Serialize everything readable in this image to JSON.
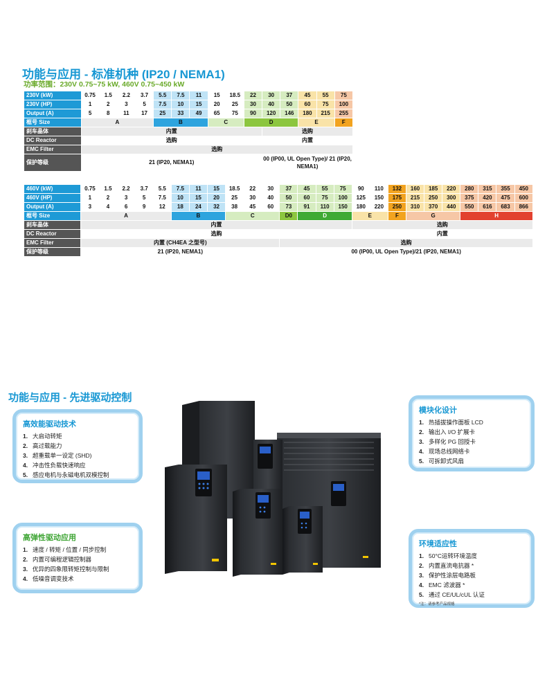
{
  "section1": {
    "title": "功能与应用 - 标准机种 (IP20 / NEMA1)",
    "subtitle": "功率范围：230V 0.75~75 kW, 460V 0.75~450 kW"
  },
  "table230": {
    "rows": [
      {
        "label": "230V (kW)",
        "cells": [
          "0.75",
          "1.5",
          "2.2",
          "3.7",
          "5.5",
          "7.5",
          "11",
          "15",
          "18.5",
          "22",
          "30",
          "37",
          "45",
          "55",
          "75"
        ]
      },
      {
        "label": "230V (HP)",
        "cells": [
          "1",
          "2",
          "3",
          "5",
          "7.5",
          "10",
          "15",
          "20",
          "25",
          "30",
          "40",
          "50",
          "60",
          "75",
          "100"
        ]
      },
      {
        "label": "Output (A)",
        "cells": [
          "5",
          "8",
          "11",
          "17",
          "25",
          "33",
          "49",
          "65",
          "75",
          "90",
          "120",
          "146",
          "180",
          "215",
          "255"
        ]
      }
    ],
    "frame_label": "框号 Size",
    "frames": [
      "A",
      "B",
      "C",
      "D",
      "E",
      "F"
    ],
    "brake_label": "刹车晶体",
    "brake_values": [
      "内置",
      "选购"
    ],
    "dc_label": "DC Reactor",
    "dc_values": [
      "选购",
      "内置"
    ],
    "emc_label": "EMC Filter",
    "emc_value": "选购",
    "ip_label": "保护等级",
    "ip_values": [
      "21 (IP20, NEMA1)",
      "00 (IP00, UL Open Type)/ 21 (IP20, NEMA1)"
    ]
  },
  "table460": {
    "rows": [
      {
        "label": "460V (kW)",
        "cells": [
          "0.75",
          "1.5",
          "2.2",
          "3.7",
          "5.5",
          "7.5",
          "11",
          "15",
          "18.5",
          "22",
          "30",
          "37",
          "45",
          "55",
          "75",
          "90",
          "110",
          "132",
          "160",
          "185",
          "220",
          "280",
          "315",
          "355",
          "450"
        ]
      },
      {
        "label": "460V (HP)",
        "cells": [
          "1",
          "2",
          "3",
          "5",
          "7.5",
          "10",
          "15",
          "20",
          "25",
          "30",
          "40",
          "50",
          "60",
          "75",
          "100",
          "125",
          "150",
          "175",
          "215",
          "250",
          "300",
          "375",
          "420",
          "475",
          "600"
        ]
      },
      {
        "label": "Output (A)",
        "cells": [
          "3",
          "4",
          "6",
          "9",
          "12",
          "18",
          "24",
          "32",
          "38",
          "45",
          "60",
          "73",
          "91",
          "110",
          "150",
          "180",
          "220",
          "250",
          "310",
          "370",
          "440",
          "550",
          "616",
          "683",
          "866"
        ]
      }
    ],
    "frame_label": "框号 Size",
    "frames": [
      "A",
      "B",
      "C",
      "D0",
      "D",
      "E",
      "F",
      "G",
      "H"
    ],
    "brake_label": "刹车晶体",
    "brake_values": [
      "内置",
      "选购"
    ],
    "dc_label": "DC Reactor",
    "dc_values": [
      "选购",
      "内置"
    ],
    "emc_label": "EMC Filter",
    "emc_values": [
      "内置 (CH4EA 之型号)",
      "选购"
    ],
    "ip_label": "保护等级",
    "ip_values": [
      "21 (IP20, NEMA1)",
      "00 (IP00, UL Open Type)/21 (IP20, NEMA1)"
    ]
  },
  "section2": {
    "title": "功能与应用 - 先进驱动控制"
  },
  "callouts": {
    "drive_tech": {
      "title": "高效能驱动技术",
      "items": [
        "大启动转矩",
        "高过载能力",
        "超重载单一设定 (SHD)",
        "冲击性负载快速响应",
        "感应电机与永磁电机双模控制"
      ]
    },
    "flex_app": {
      "title": "高弹性驱动应用",
      "items": [
        "速度 / 转矩 / 位置 / 同步控制",
        "内置可编程逻辑控制器",
        "优异的四象限转矩控制与限制",
        "低噪音调变技术"
      ]
    },
    "modular": {
      "title": "模块化设计",
      "items": [
        "热插拔操作面板 LCD",
        "输出入 I/O 扩展卡",
        "多样化 PG 回授卡",
        "现场总线网络卡",
        "可拆卸式风扇"
      ]
    },
    "env": {
      "title": "环境适应性",
      "items": [
        "50°C运转环境温度",
        "内置直流电抗器 *",
        "保护性涂层电路板",
        "EMC 滤波器 *",
        "通过 CE/UL/cUL 认证"
      ],
      "note": "*注：请参考产品规格"
    }
  },
  "colors": {
    "accent_blue": "#1797d3",
    "accent_green": "#6aaa2a",
    "header_dark": "#555555"
  }
}
